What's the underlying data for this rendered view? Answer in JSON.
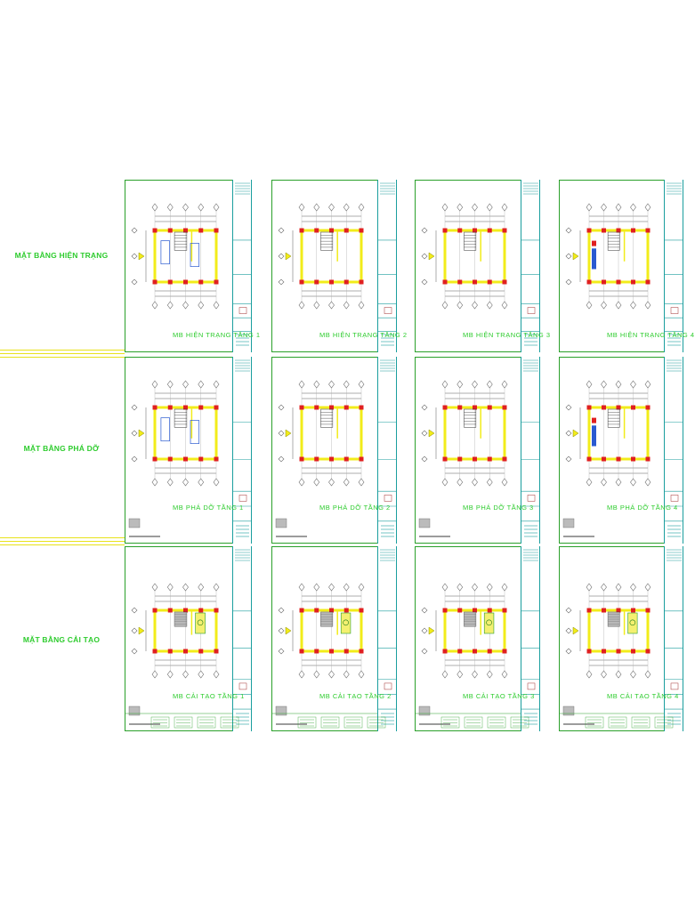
{
  "rows": [
    {
      "label": "MẶT BẰNG HIỆN TRẠNG",
      "plans": [
        "MB HIỆN TRẠNG TẦNG 1",
        "MB HIỆN TRẠNG TẦNG 2",
        "MB HIỆN TRẠNG TẦNG 3",
        "MB HIỆN TRẠNG TẦNG 4"
      ]
    },
    {
      "label": "MẶT BẰNG PHÁ DỠ",
      "plans": [
        "MB PHÁ DỠ TẦNG 1",
        "MB PHÁ DỠ TẦNG 2",
        "MB PHÁ DỠ TẦNG 3",
        "MB PHÁ DỠ TẦNG 4"
      ]
    },
    {
      "label": "MẶT BẰNG CẢI TẠO",
      "plans": [
        "MB CẢI TẠO TẦNG 1",
        "MB CẢI TẠO TẦNG 2",
        "MB CẢI TẠO TẦNG 3",
        "MB CẢI TẠO TẦNG 4"
      ]
    }
  ],
  "colors": {
    "frame": "#2aa02a",
    "label": "#2ecc2e",
    "wall": "#f2ec1a",
    "column": "#e02020",
    "dimension": "#5a5a5a",
    "grid_bubble": "#6a6a6a",
    "title_block": "#1a9e9e"
  }
}
